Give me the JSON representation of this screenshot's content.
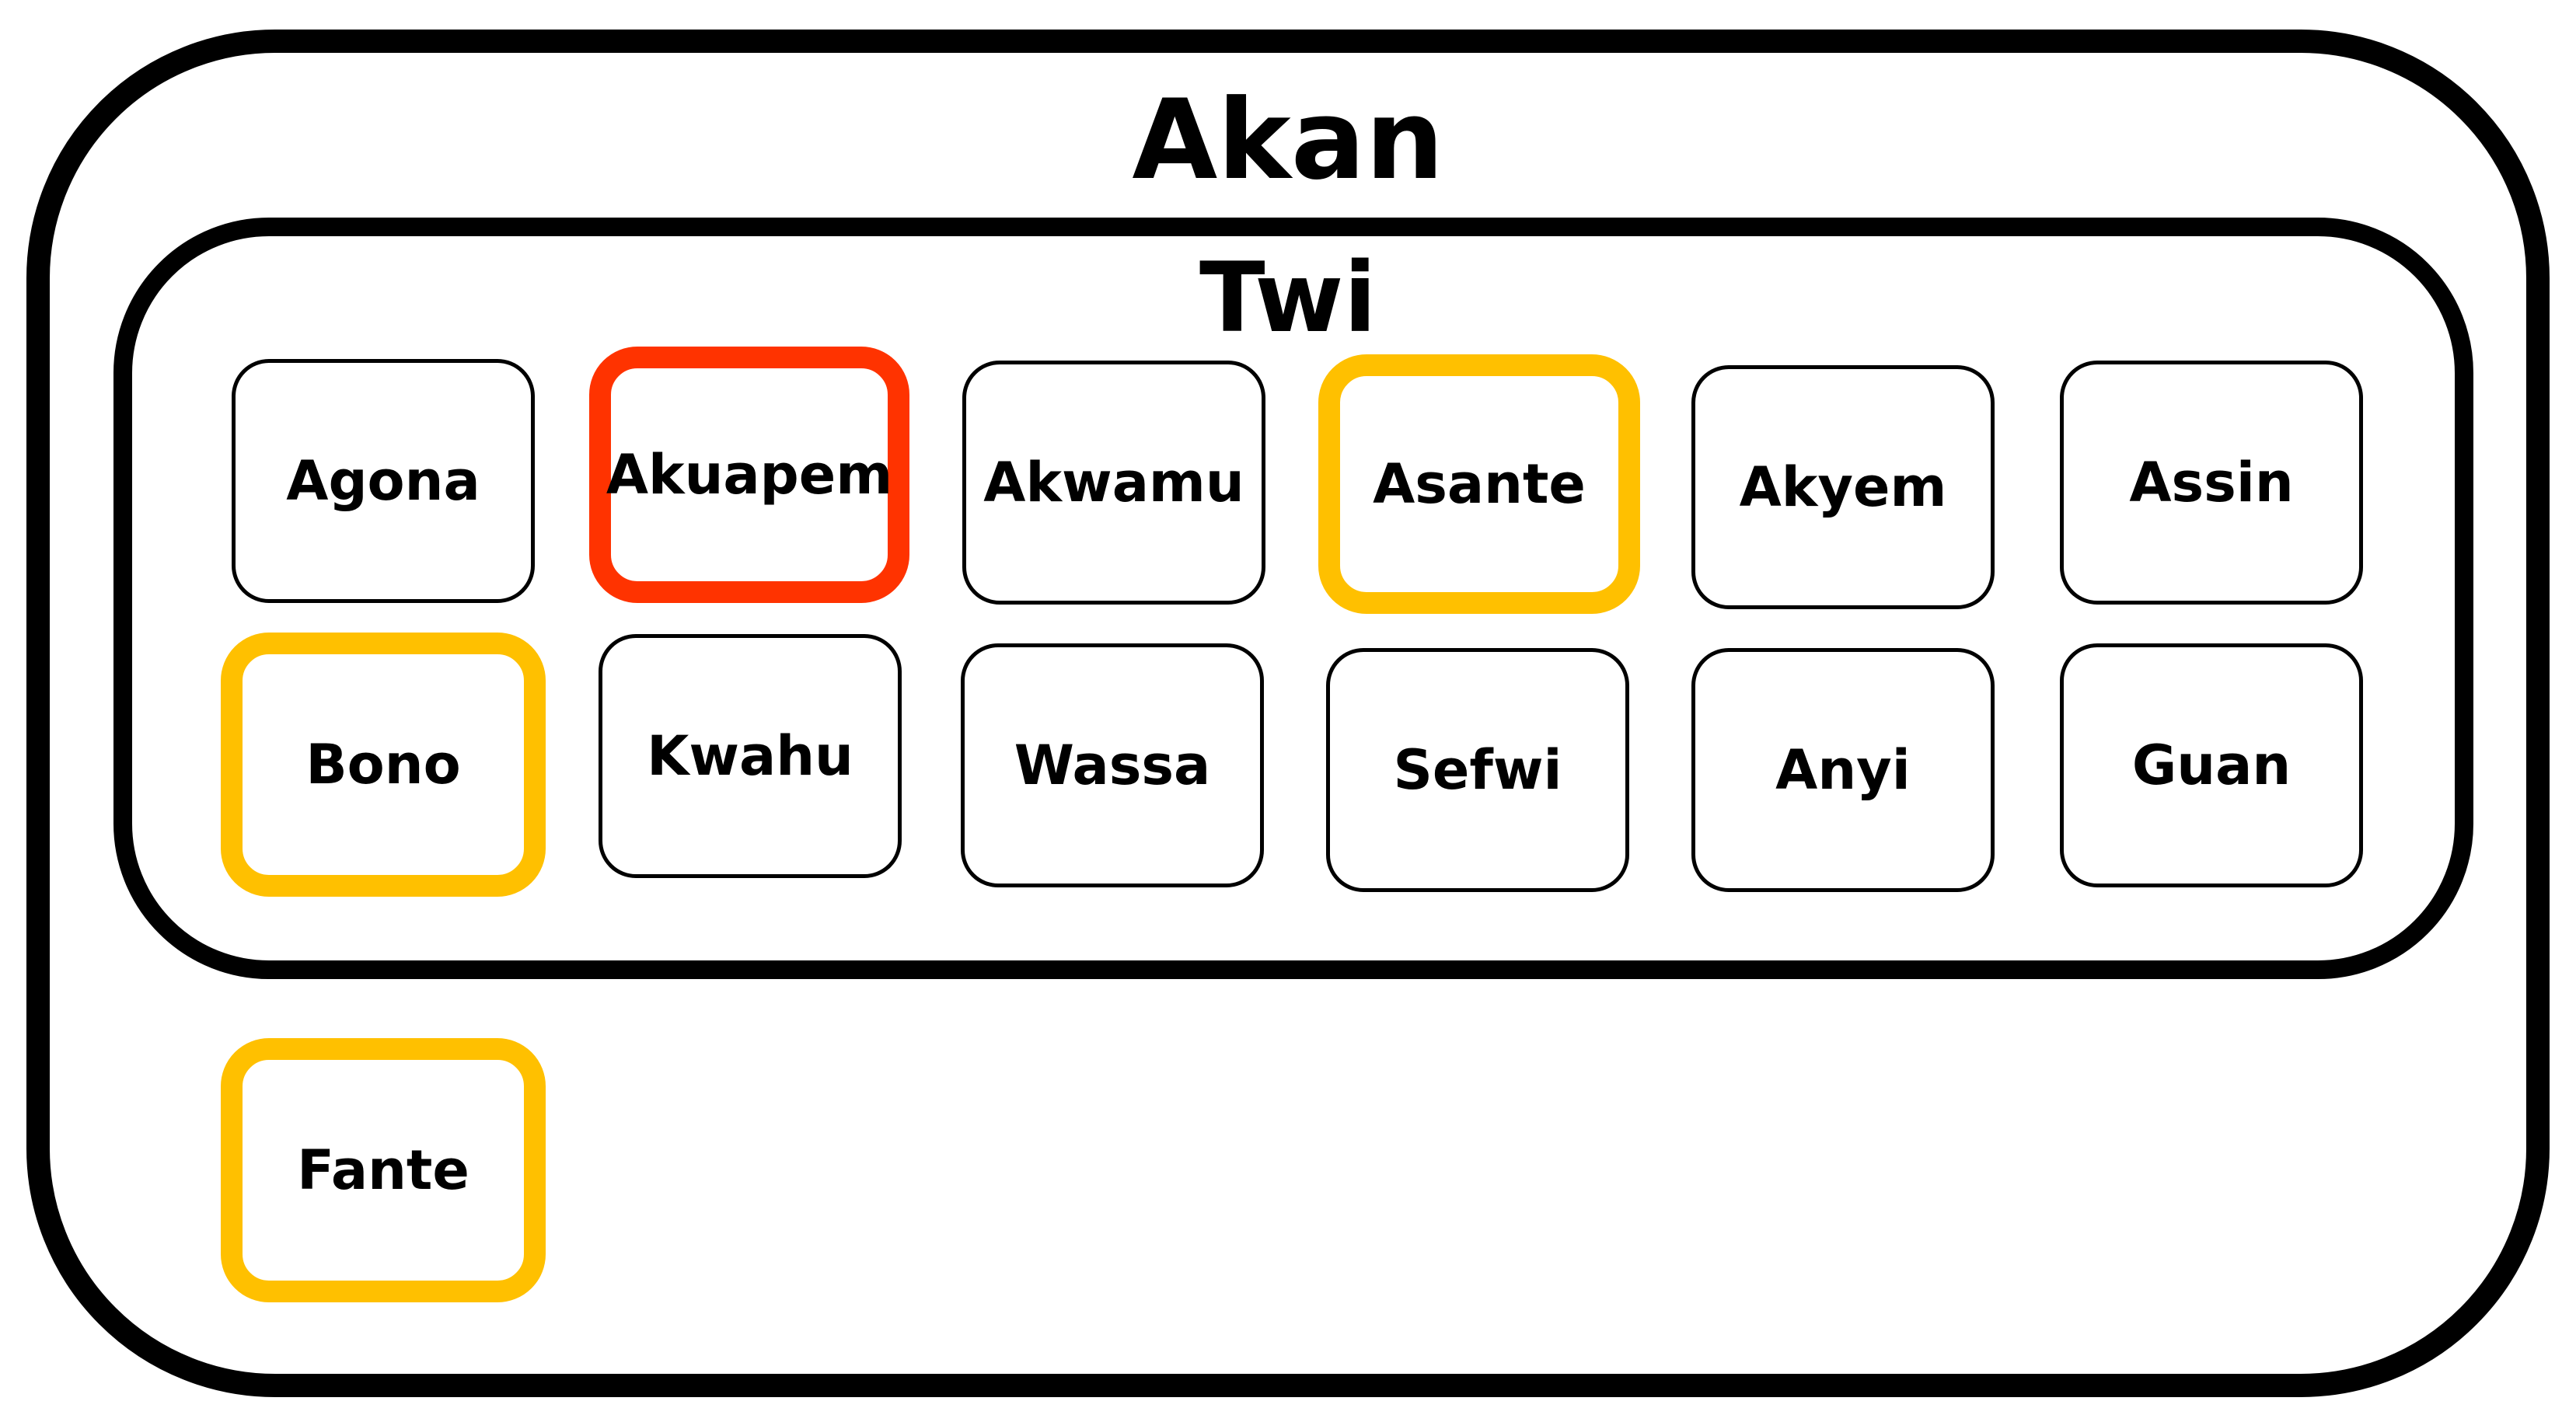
{
  "diagram": {
    "outer_label": "Akan",
    "inner_label": "Twi",
    "twi_dialects": [
      {
        "label": "Agona",
        "highlight": "none"
      },
      {
        "label": "Akuapem",
        "highlight": "red"
      },
      {
        "label": "Akwamu",
        "highlight": "none"
      },
      {
        "label": "Asante",
        "highlight": "yellow"
      },
      {
        "label": "Akyem",
        "highlight": "none"
      },
      {
        "label": "Assin",
        "highlight": "none"
      },
      {
        "label": "Bono",
        "highlight": "yellow"
      },
      {
        "label": "Kwahu",
        "highlight": "none"
      },
      {
        "label": "Wassa",
        "highlight": "none"
      },
      {
        "label": "Sefwi",
        "highlight": "none"
      },
      {
        "label": "Anyi",
        "highlight": "none"
      },
      {
        "label": "Guan",
        "highlight": "none"
      }
    ],
    "other_dialects": [
      {
        "label": "Fante",
        "highlight": "yellow"
      }
    ]
  },
  "colors": {
    "outline": "#000000",
    "highlight_yellow": "#FFC000",
    "highlight_red": "#FF3300"
  }
}
